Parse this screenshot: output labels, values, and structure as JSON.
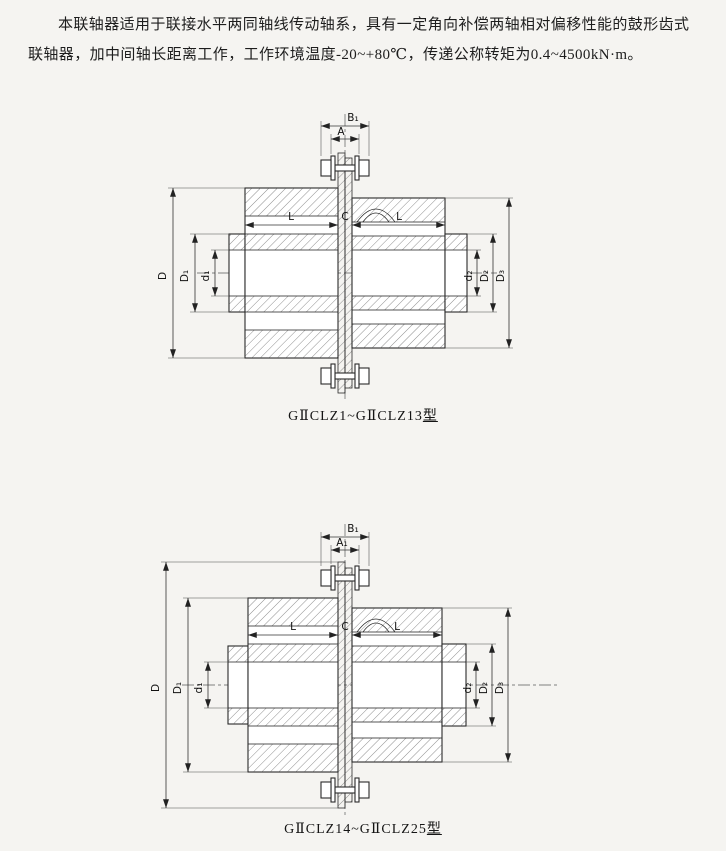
{
  "page": {
    "background": "#f5f4f1"
  },
  "intro": {
    "text": "本联轴器适用于联接水平两同轴线传动轴系，具有一定角向补偿两轴相对偏移性能的鼓形齿式联轴器，加中间轴长距离工作，工作环境温度-20~+80℃，传递公称转矩为0.4~4500kN·m。"
  },
  "figure1": {
    "caption_main": "GⅡCLZ1~GⅡCLZ13",
    "caption_suffix": "型",
    "dims": {
      "width_outer": "B₁",
      "width_inner": "A",
      "dia_outer": "D",
      "dia_hub": "D₁",
      "bore_left": "d₁",
      "len_left": "L",
      "gap": "C",
      "len_right": "L",
      "bore_right": "d₂",
      "dia_hub_right": "D₂",
      "dia_sleeve_right": "D₃"
    }
  },
  "figure2": {
    "caption_main": "GⅡCLZ14~GⅡCLZ25",
    "caption_suffix": "型",
    "dims": {
      "width_outer": "B₁",
      "width_inner": "A₁",
      "dia_outer": "D",
      "dia_hub": "D₁",
      "bore_left": "d₁",
      "len_left": "L",
      "gap": "C",
      "len_right": "L",
      "bore_right": "d₂",
      "dia_hub_right": "D₂",
      "dia_sleeve_right": "D₃"
    }
  }
}
